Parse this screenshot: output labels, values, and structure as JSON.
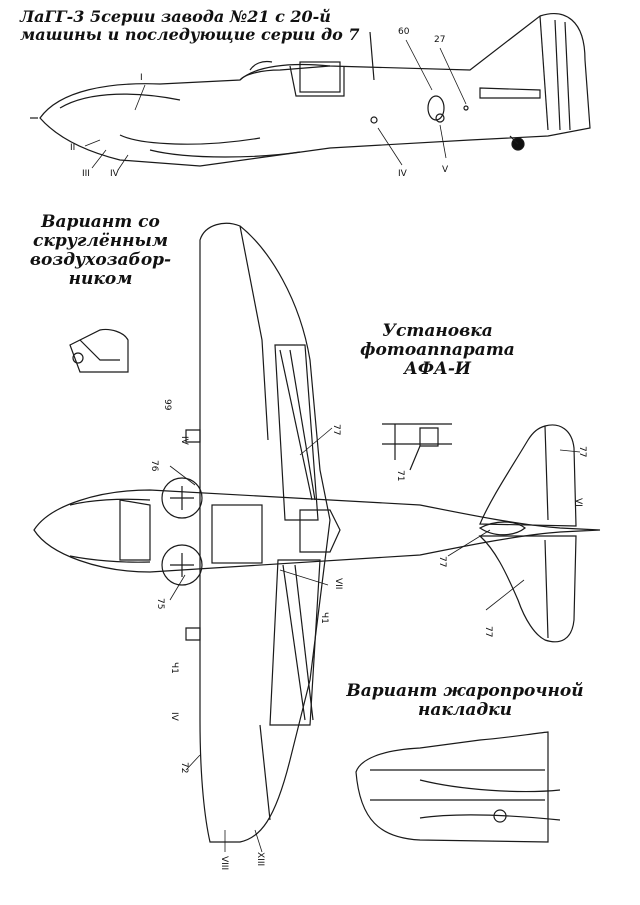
{
  "captions": {
    "title_line1": "ЛаГГ-3  5серии завода №21 с 20-й",
    "title_line2": "машины и последующие серии до 7",
    "variant_round_line1": "Вариант со",
    "variant_round_line2": "скруглённым",
    "variant_round_line3": "воздухозабор-",
    "variant_round_line4": "ником",
    "camera_line1": "Установка",
    "camera_line2": "фотоаппарата",
    "camera_line3": "АФА-И",
    "heat_line1": "Вариант жаропрочной",
    "heat_line2": "накладки"
  },
  "labels": {
    "n60": "60",
    "n27": "27",
    "side_I": "I",
    "side_II": "II",
    "side_III": "III",
    "side_IV_a": "IV",
    "side_IV_b": "IV",
    "side_V": "V",
    "n99": "99",
    "n77_wing": "77",
    "n76": "76",
    "plan_IV_top": "IV",
    "n75": "75",
    "plan_VII": "VII",
    "ch1": "Ч1",
    "ch1_left": "Ч1",
    "plan_IV_bottom": "IV",
    "n72": "72",
    "plan_VIII": "VIII",
    "plan_XIII": "XIII",
    "n71": "71",
    "n77_tail_top": "77",
    "plan_VI": "VI",
    "n77_tail_mid": "77",
    "n77_tail_bottom": "77"
  }
}
